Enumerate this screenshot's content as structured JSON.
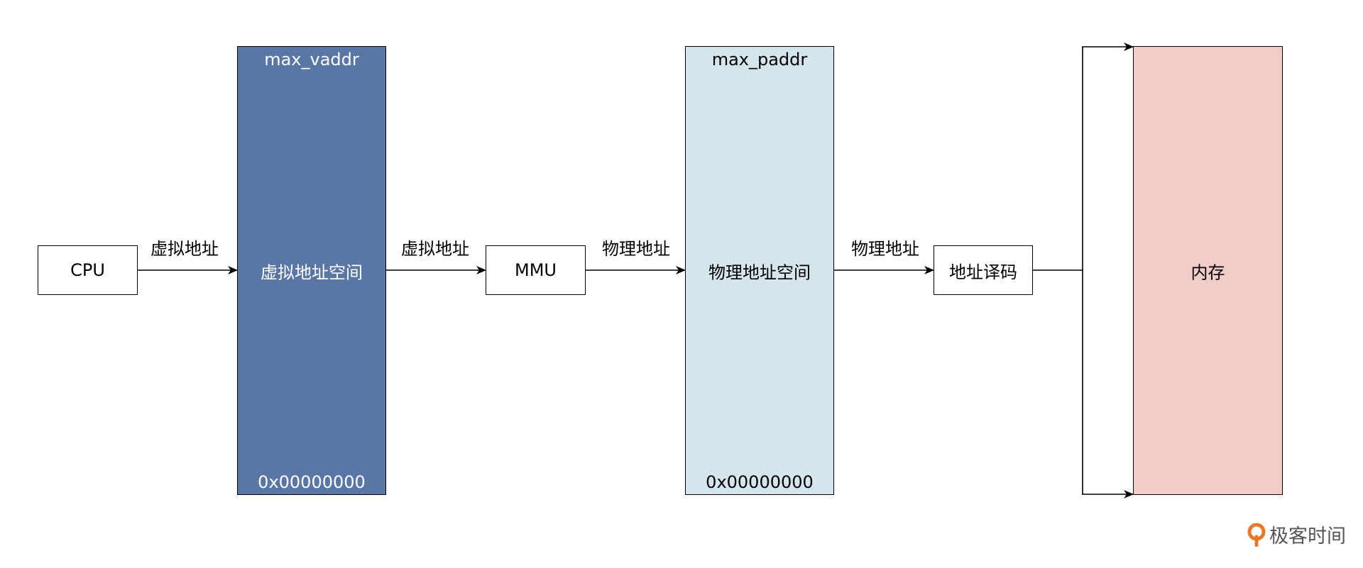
{
  "nodes": {
    "cpu": "CPU",
    "virtual_space": {
      "top": "max_vaddr",
      "center": "虚拟地址空间",
      "bottom": "0x00000000"
    },
    "mmu": "MMU",
    "physical_space": {
      "top": "max_paddr",
      "center": "物理地址空间",
      "bottom": "0x00000000"
    },
    "decoder": "地址译码",
    "memory": "内存"
  },
  "edges": {
    "cpu_to_virtual": "虚拟地址",
    "virtual_to_mmu": "虚拟地址",
    "mmu_to_physical": "物理地址",
    "physical_to_decoder": "物理地址"
  },
  "colors": {
    "virtual_fill": "#5A76A5",
    "physical_fill": "#D4E5EC",
    "memory_fill": "#F2CCC7",
    "watermark_accent": "#E8792B"
  },
  "watermark": {
    "text": "极客时间",
    "icon": "geektime-logo-icon"
  }
}
